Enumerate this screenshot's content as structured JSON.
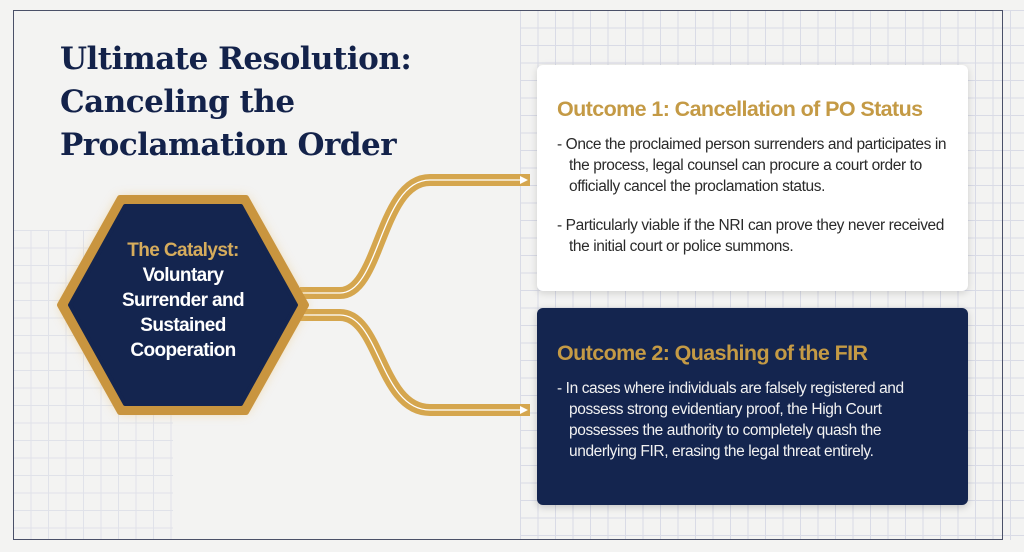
{
  "title": {
    "lines": [
      "Ultimate Resolution:",
      "Canceling the",
      "Proclamation Order"
    ]
  },
  "catalyst": {
    "label": "The Catalyst:",
    "lines": [
      "Voluntary",
      "Surrender and",
      "Sustained",
      "Cooperation"
    ]
  },
  "outcomes": [
    {
      "title": "Outcome 1: Cancellation of PO Status",
      "bullets": [
        "- Once the proclaimed person surrenders and participates in the process, legal counsel can procure a court order to officially cancel the proclamation status.",
        "- Particularly viable if the NRI can prove they never received the initial court or police summons."
      ]
    },
    {
      "title": "Outcome 2: Quashing of the FIR",
      "bullets": [
        "- In cases where individuals are falsely registered and possess strong evidentiary proof, the High Court possesses the authority to completely quash the underlying FIR, erasing the legal threat entirely."
      ]
    }
  ],
  "colors": {
    "navy": "#14254f",
    "gold": "#c49a45",
    "background": "#f3f3f2"
  }
}
